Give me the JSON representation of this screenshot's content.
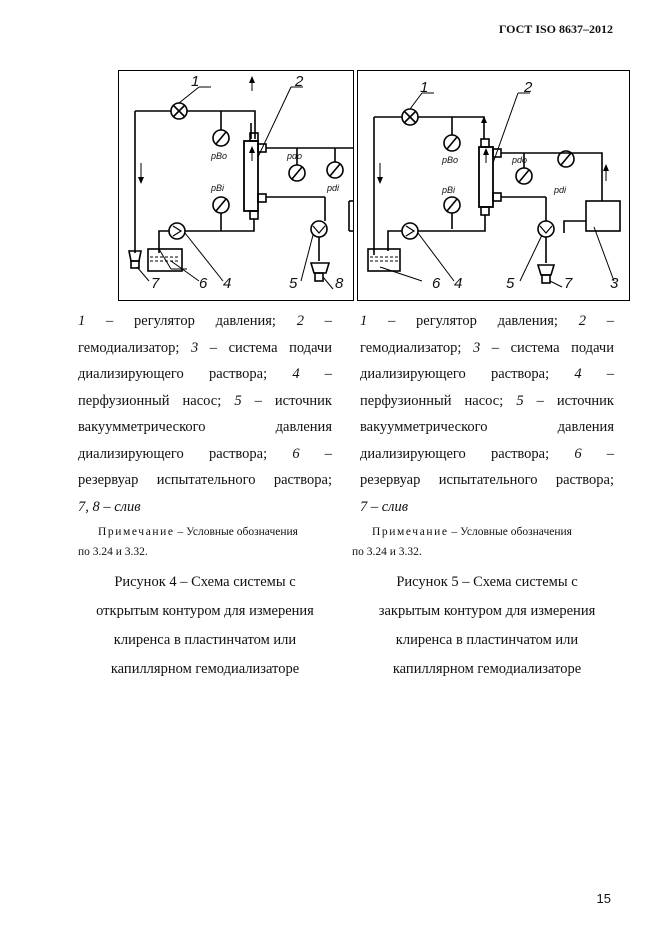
{
  "header": {
    "standard": "ГОСТ ISO 8637–2012"
  },
  "figure4": {
    "labels": [
      "1",
      "2",
      "7",
      "6",
      "4",
      "5",
      "8"
    ],
    "pressure_labels": {
      "pbo": "pBo",
      "pbi": "pBi",
      "pdo": "pdo",
      "pdi": "pdi"
    },
    "legend_lines": [
      [
        "1",
        "–",
        "регулятор",
        "давления;",
        "2",
        "–"
      ],
      [
        "гемодиализатор;",
        "3",
        "–",
        "система",
        "подачи"
      ],
      [
        "диализирующего",
        "раствора;",
        "4",
        "–"
      ],
      [
        "перфузионный",
        "насос;",
        "5",
        "–",
        "источник"
      ],
      [
        "вакуумметрического",
        "давления"
      ],
      [
        "диализирующего",
        "раствора;",
        "6",
        "–"
      ],
      [
        "резервуар",
        "испытательного",
        "раствора;"
      ],
      [
        "7, 8 – слив"
      ]
    ],
    "note_label": "Примечание",
    "note_text": " – Условные обозначения",
    "note_text2": "по 3.24 и 3.32.",
    "caption": [
      "Рисунок 4 – Схема системы с",
      "открытым контуром для измерения",
      "клиренса в пластинчатом или",
      "капиллярном гемодиализаторе"
    ]
  },
  "figure5": {
    "labels": [
      "1",
      "2",
      "6",
      "4",
      "5",
      "7",
      "3"
    ],
    "pressure_labels": {
      "pbo": "pBo",
      "pbi": "pBi",
      "pdo": "pdo",
      "pdi": "pdi"
    },
    "legend_lines": [
      [
        "1",
        "–",
        "регулятор",
        "давления;",
        "2",
        "–"
      ],
      [
        "гемодиализатор;",
        "3",
        "–",
        "система",
        "подачи"
      ],
      [
        "диализирующего",
        "раствора;",
        "4",
        "–"
      ],
      [
        "перфузионный",
        "насос;",
        "5",
        "–",
        "источник"
      ],
      [
        "вакуумметрического",
        "давления"
      ],
      [
        "диализирующего",
        "раствора;",
        "6",
        "–"
      ],
      [
        "резервуар",
        "испытательного",
        "раствора;"
      ],
      [
        "7 – слив"
      ]
    ],
    "note_label": "Примечание",
    "note_text": " – Условные обозначения",
    "note_text2": "по 3.24 и 3.32.",
    "caption": [
      "Рисунок 5 – Схема системы с",
      "закрытым контуром для измерения",
      "клиренса в пластинчатом или",
      "капиллярном гемодиализаторе"
    ]
  },
  "page_number": "15"
}
